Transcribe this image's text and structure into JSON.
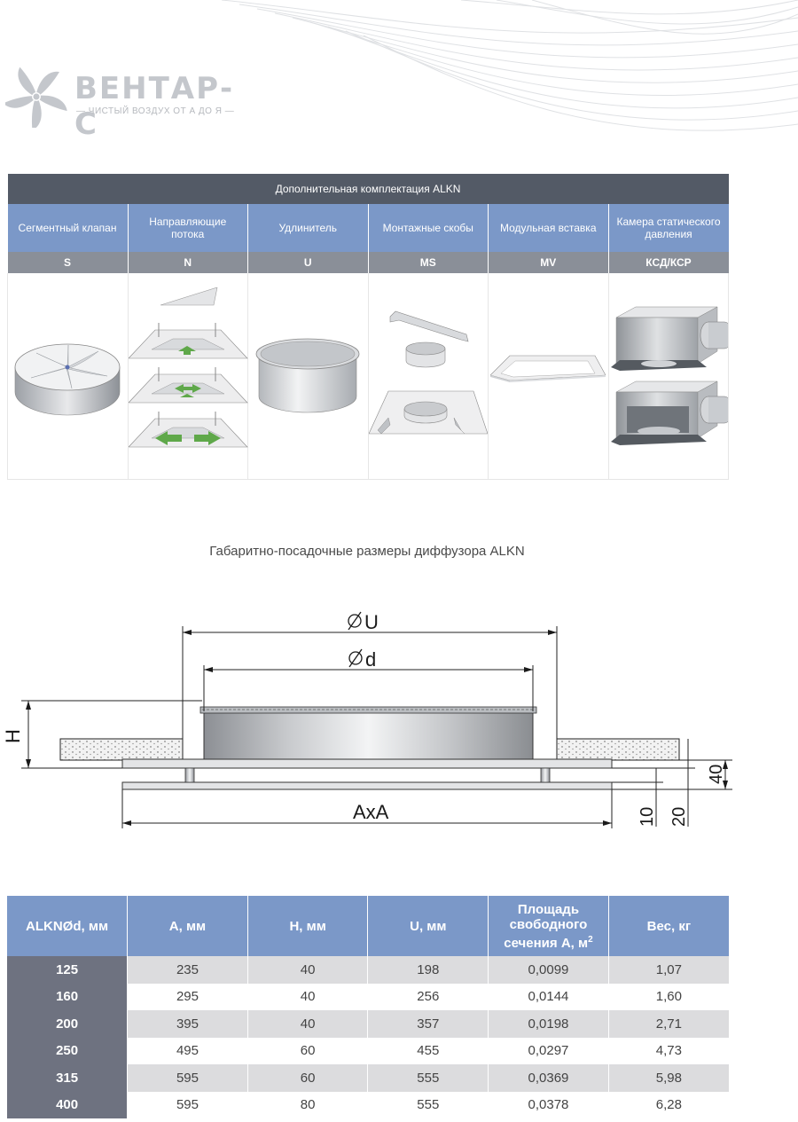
{
  "brand": {
    "name": "ВЕНТАР-С",
    "tagline": "— ЧИСТЫЙ ВОЗДУХ ОТ А ДО Я —"
  },
  "accessories": {
    "title": "Дополнительная комплектация ALKN",
    "items": [
      {
        "name": "Сегментный клапан",
        "code": "S",
        "icon": "segment-damper-image"
      },
      {
        "name": "Направляющие потока",
        "code": "N",
        "icon": "flow-guides-image"
      },
      {
        "name": "Удлинитель",
        "code": "U",
        "icon": "extender-image"
      },
      {
        "name": "Монтажные скобы",
        "code": "MS",
        "icon": "mounting-brackets-image"
      },
      {
        "name": "Модульная вставка",
        "code": "MV",
        "icon": "modular-insert-image"
      },
      {
        "name": "Камера статического давления",
        "code": "КСД/КСР",
        "icon": "plenum-box-image"
      }
    ]
  },
  "diagram": {
    "title": "Габаритно-посадочные размеры диффузора ALKN",
    "labels": {
      "u": "U",
      "d": "d",
      "h": "H",
      "axa": "AxA",
      "dim40": "40",
      "dim10": "10",
      "dim20": "20"
    }
  },
  "specs": {
    "headers": {
      "model_prefix": "ALKN",
      "model_suffix": "d, мм",
      "a": "А, мм",
      "h": "Н, мм",
      "u": "U, мм",
      "area_line1": "Площадь",
      "area_line2": "свободного",
      "area_line3": "сечения А, м",
      "area_sup": "2",
      "weight": "Вес, кг"
    },
    "rows": [
      {
        "d": "125",
        "a": "235",
        "h": "40",
        "u": "198",
        "area": "0,0099",
        "weight": "1,07"
      },
      {
        "d": "160",
        "a": "295",
        "h": "40",
        "u": "256",
        "area": "0,0144",
        "weight": "1,60"
      },
      {
        "d": "200",
        "a": "395",
        "h": "40",
        "u": "357",
        "area": "0,0198",
        "weight": "2,71"
      },
      {
        "d": "250",
        "a": "495",
        "h": "60",
        "u": "455",
        "area": "0,0297",
        "weight": "4,73"
      },
      {
        "d": "315",
        "a": "595",
        "h": "60",
        "u": "555",
        "area": "0,0369",
        "weight": "5,98"
      },
      {
        "d": "400",
        "a": "595",
        "h": "80",
        "u": "555",
        "area": "0,0378",
        "weight": "6,28"
      }
    ]
  }
}
